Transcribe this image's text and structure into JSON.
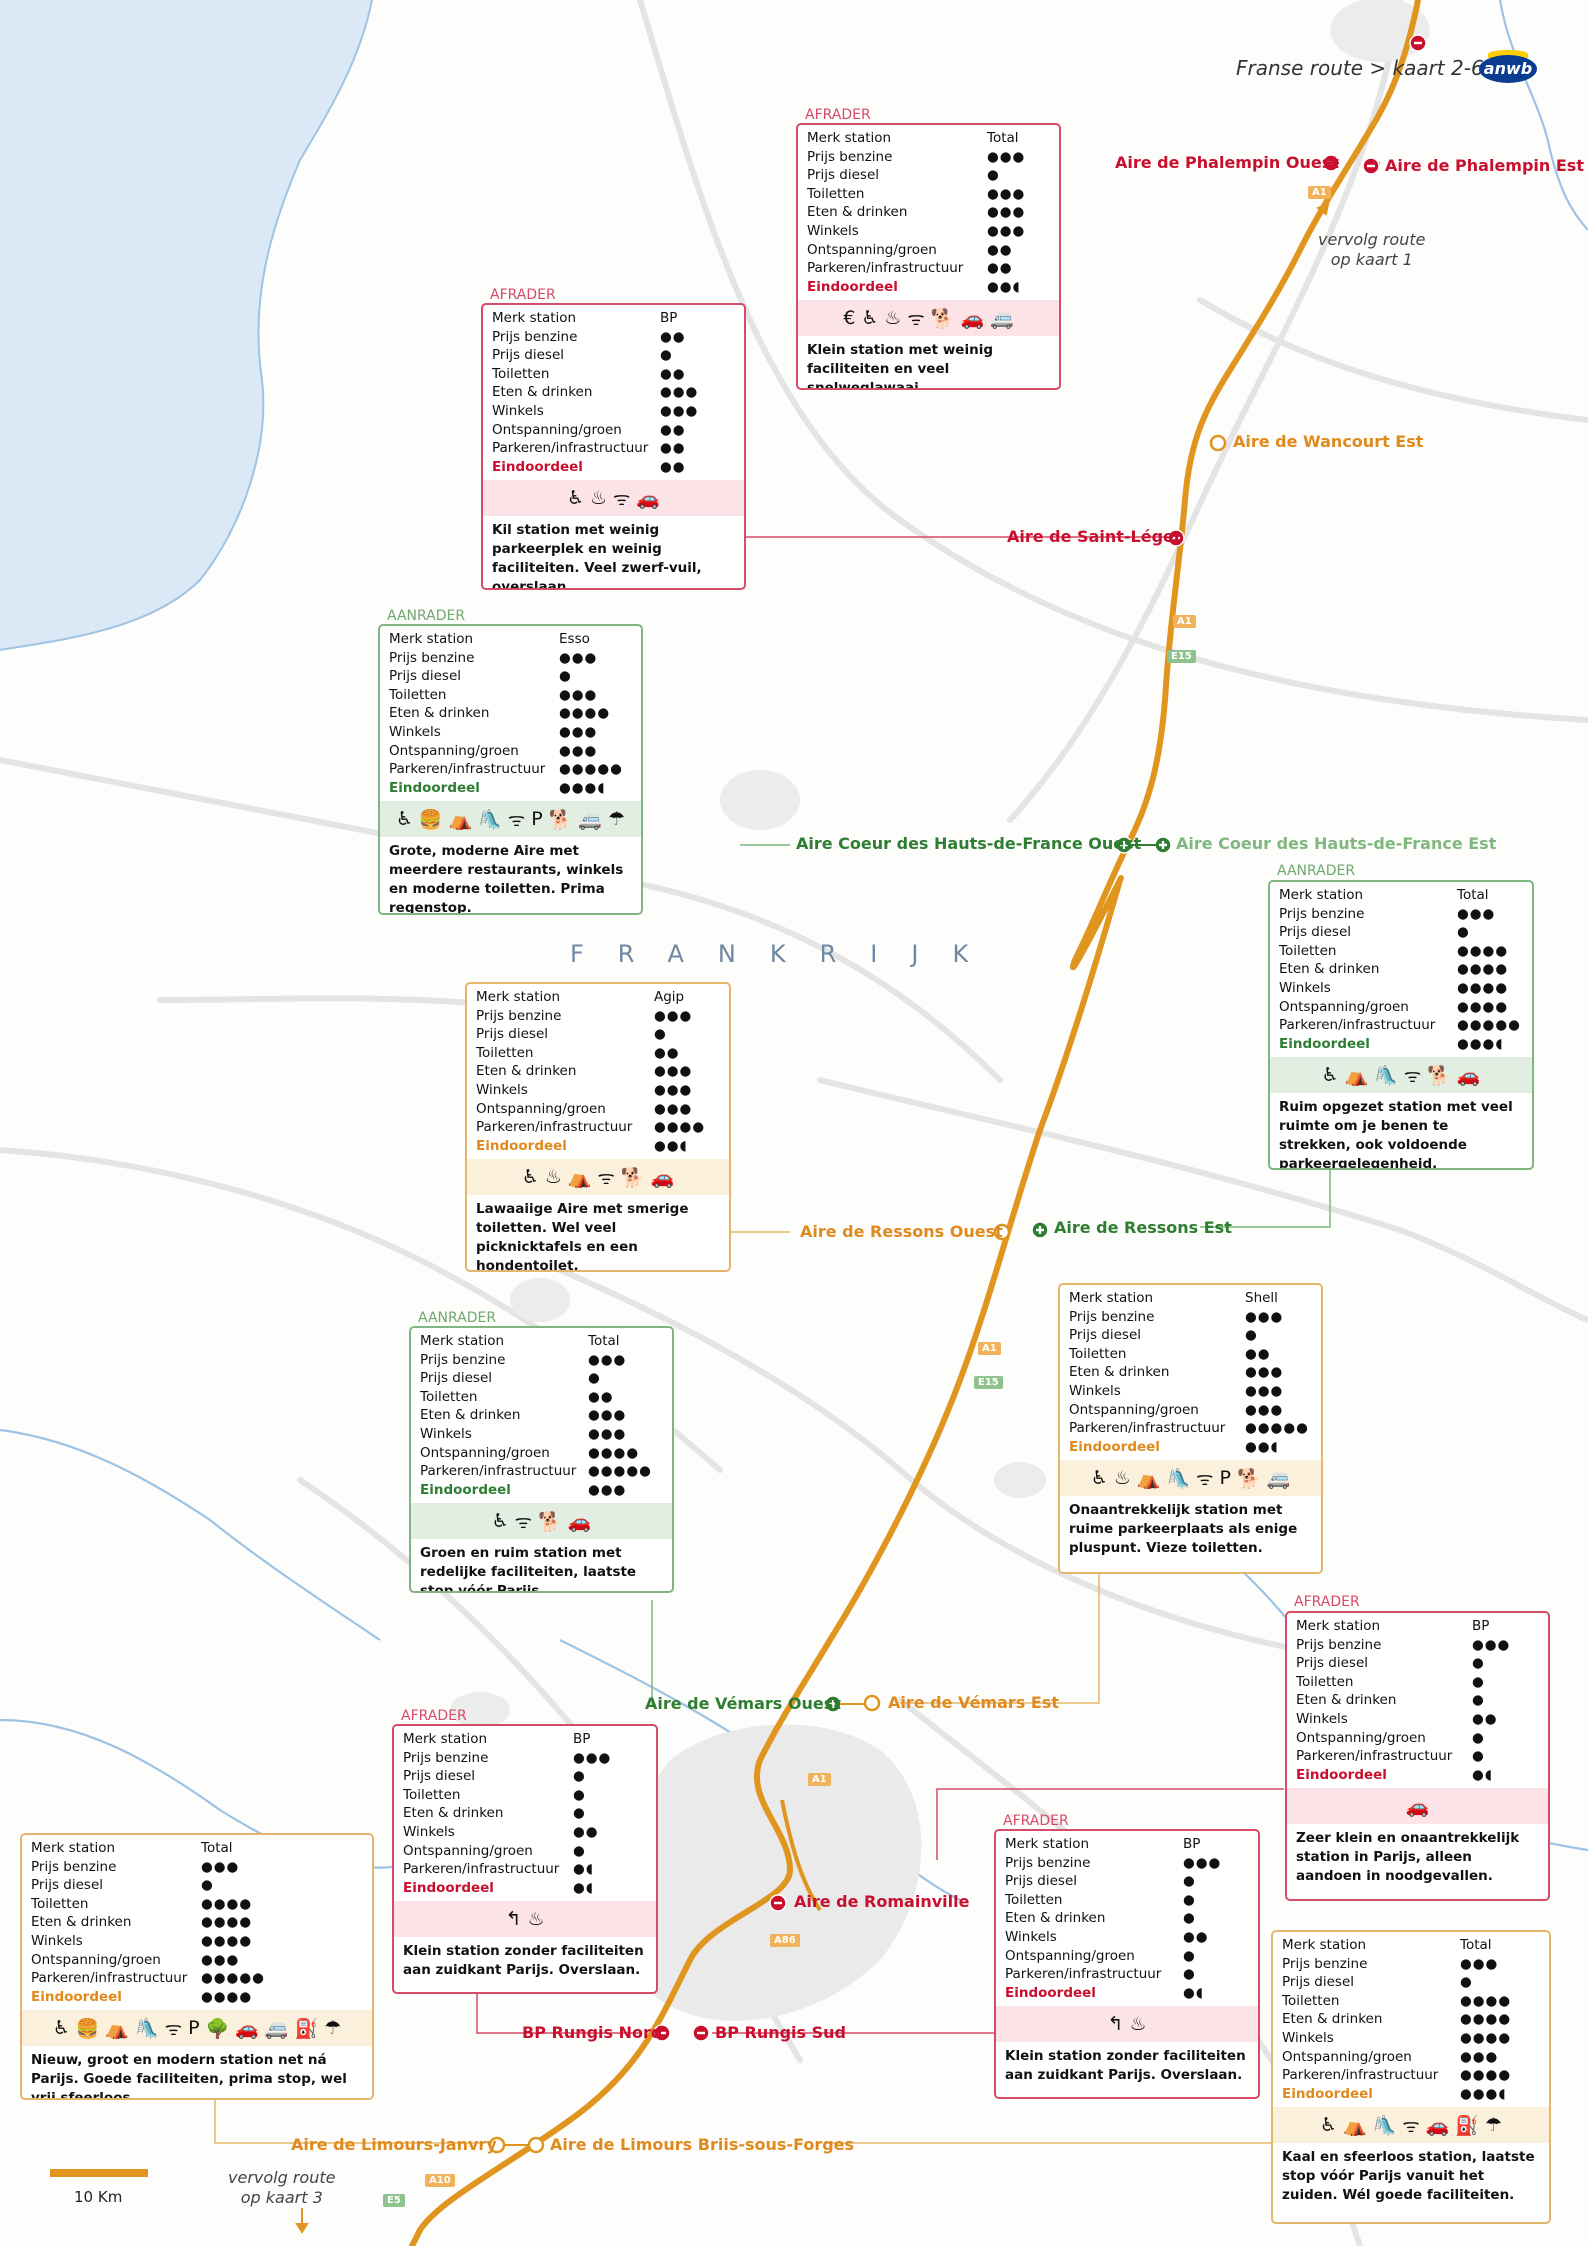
{
  "header": {
    "route_note": "Franse route > kaart 2-6",
    "logo": "anwb"
  },
  "country_label": "FRANKRIJK",
  "notes": {
    "top": "vervolg route\nop kaart 1",
    "bottom": "vervolg route\nop kaart 3"
  },
  "road_labels": {
    "a1": "A1",
    "e15": "E15",
    "a86": "A86",
    "a10": "A10",
    "e5": "E5"
  },
  "scale": {
    "label": "10 Km"
  },
  "legend": {
    "rows": [
      "Merk station",
      "Prijs benzine",
      "Prijs diesel",
      "Toiletten",
      "Eten & drinken",
      "Winkels",
      "Ontspanning/groen",
      "Parkeren/infrastructuur",
      "Eindoordeel"
    ]
  },
  "tags": {
    "afrader": "AFRADER",
    "aanrader": "AANRADER"
  },
  "colors": {
    "route": "#e0951f",
    "red": "#c8102e",
    "green": "#2e7d32",
    "orange": "#e08a1e",
    "water": "#dbe9f6"
  },
  "stations": {
    "phalempin_ouest": "Aire de Phalempin Ouest",
    "phalempin_est": "Aire de Phalempin Est",
    "wancourt_est": "Aire de Wancourt Est",
    "saint_leger": "Aire de Saint-Léger",
    "coeur_ouest": "Aire Coeur des Hauts-de-France Ouest",
    "coeur_est": "Aire Coeur des Hauts-de-France Est",
    "ressons_ouest": "Aire de Ressons Ouest",
    "ressons_est": "Aire de Ressons Est",
    "vemars_ouest": "Aire de Vémars Ouest",
    "vemars_est": "Aire de Vémars Est",
    "romainville": "Aire de Romainville",
    "rungis_nord": "BP Rungis Nord",
    "rungis_sud": "BP Rungis Sud",
    "limours_janvry": "Aire de Limours-Janvry",
    "limours_briis": "Aire de Limours Briis-sous-Forges"
  },
  "boxes": {
    "phalempin": {
      "brand": "Total",
      "ratings": [
        "●●●",
        "●",
        "●●●",
        "●●●",
        "●●●",
        "●●",
        "●●",
        "●●◖"
      ],
      "icons": [
        "€",
        "♿",
        "♨",
        "ᯤ",
        "🐕",
        "🚗",
        "🚐"
      ],
      "desc": "Klein station met weinig faciliteiten en veel snelweglawaai."
    },
    "saint_leger": {
      "brand": "BP",
      "ratings": [
        "●●",
        "●",
        "●●",
        "●●●",
        "●●●",
        "●●",
        "●●",
        "●●"
      ],
      "icons": [
        "♿",
        "♨",
        "ᯤ",
        "🚗"
      ],
      "desc": "Kil station met weinig parkeerplek en weinig faciliteiten. Veel zwerf-vuil, overslaan."
    },
    "coeur_ouest": {
      "brand": "Esso",
      "ratings": [
        "●●●",
        "●",
        "●●●",
        "●●●●",
        "●●●",
        "●●●",
        "●●●●●",
        "●●●◖"
      ],
      "icons": [
        "♿",
        "🍔",
        "⛺",
        "🛝",
        "ᯤ",
        "P",
        "🐕",
        "🚐",
        "☂"
      ],
      "desc": "Grote, moderne Aire met meerdere restaurants, winkels en moderne toiletten. Prima regenstop."
    },
    "coeur_est": {
      "brand": "Total",
      "ratings": [
        "●●●",
        "●",
        "●●●●",
        "●●●●",
        "●●●●",
        "●●●●",
        "●●●●●",
        "●●●◖"
      ],
      "icons": [
        "♿",
        "⛺",
        "🛝",
        "ᯤ",
        "🐕",
        "🚗"
      ],
      "desc": "Ruim opgezet station met veel ruimte om je benen te strekken, ook voldoende parkeergelegenheid."
    },
    "ressons_ouest": {
      "brand": "Agip",
      "ratings": [
        "●●●",
        "●",
        "●●",
        "●●●",
        "●●●",
        "●●●",
        "●●●●",
        "●●◖"
      ],
      "icons": [
        "♿",
        "♨",
        "⛺",
        "ᯤ",
        "🐕",
        "🚗"
      ],
      "desc": "Lawaaiige Aire met smerige toiletten. Wel veel picknicktafels en een hondentoilet."
    },
    "vemars_ouest": {
      "brand": "Total",
      "ratings": [
        "●●●",
        "●",
        "●●",
        "●●●",
        "●●●",
        "●●●●",
        "●●●●●",
        "●●●"
      ],
      "icons": [
        "♿",
        "ᯤ",
        "🐕",
        "🚗"
      ],
      "desc": "Groen en ruim station met redelijke faciliteiten, laatste stop vóór Parijs."
    },
    "vemars_est": {
      "brand": "Shell",
      "ratings": [
        "●●●",
        "●",
        "●●",
        "●●●",
        "●●●",
        "●●●",
        "●●●●●",
        "●●◖"
      ],
      "icons": [
        "♿",
        "♨",
        "⛺",
        "🛝",
        "ᯤ",
        "P",
        "🐕",
        "🚐"
      ],
      "desc": "Onaantrekkelijk station met ruime parkeerplaats als enige pluspunt. Vieze toiletten."
    },
    "romainville": {
      "brand": "BP",
      "ratings": [
        "●●●",
        "●",
        "●",
        "●",
        "●●",
        "●",
        "●",
        "●◖"
      ],
      "icons": [
        "🚗"
      ],
      "desc": "Zeer klein en onaantrekkelijk station in Parijs, alleen aandoen in noodgevallen."
    },
    "rungis_nord": {
      "brand": "BP",
      "ratings": [
        "●●●",
        "●",
        "●",
        "●",
        "●●",
        "●",
        "●◖",
        "●◖"
      ],
      "icons": [
        "↰",
        "♨"
      ],
      "desc": "Klein station zonder faciliteiten aan zuidkant Parijs. Overslaan."
    },
    "rungis_sud": {
      "brand": "BP",
      "ratings": [
        "●●●",
        "●",
        "●",
        "●",
        "●●",
        "●",
        "●",
        "●◖"
      ],
      "icons": [
        "↰",
        "♨"
      ],
      "desc": "Klein station zonder faciliteiten aan zuidkant Parijs. Overslaan."
    },
    "limours_janvry": {
      "brand": "Total",
      "ratings": [
        "●●●",
        "●",
        "●●●●",
        "●●●●",
        "●●●●",
        "●●●",
        "●●●●●",
        "●●●●"
      ],
      "icons": [
        "♿",
        "🍔",
        "⛺",
        "🛝",
        "ᯤ",
        "P",
        "🌳",
        "🚗",
        "🚐",
        "⛽",
        "☂"
      ],
      "desc": "Nieuw, groot en modern station net ná Parijs. Goede faciliteiten, prima stop, wel vrij sfeerloos."
    },
    "limours_briis": {
      "brand": "Total",
      "ratings": [
        "●●●",
        "●",
        "●●●●",
        "●●●●",
        "●●●●",
        "●●●",
        "●●●●",
        "●●●◖"
      ],
      "icons": [
        "♿",
        "⛺",
        "🛝",
        "ᯤ",
        "🚗",
        "⛽",
        "☂"
      ],
      "desc": "Kaal en sfeerloos station, laatste stop vóór Parijs vanuit het zuiden. Wél goede faciliteiten."
    }
  }
}
